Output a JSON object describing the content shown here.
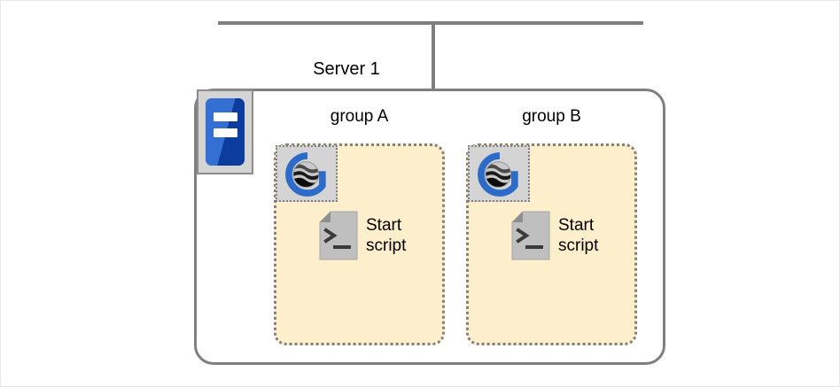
{
  "diagram": {
    "server": {
      "label": "Server 1",
      "icon_name": "server-icon"
    },
    "groups": [
      {
        "label": "group A",
        "app_icon_name": "globe-g-logo-icon",
        "item": {
          "icon_name": "script-file-icon",
          "label": "Start\nscript"
        }
      },
      {
        "label": "group B",
        "app_icon_name": "globe-g-logo-icon",
        "item": {
          "icon_name": "script-file-icon",
          "label": "Start\nscript"
        }
      }
    ]
  },
  "colors": {
    "connector": "#7f7f7f",
    "container_border": "#7f7f7f",
    "group_fill": "#fdefcb",
    "group_border": "#808080",
    "tile_gray": "#d4d4d4",
    "logo_blue": "#2d6bc9",
    "server_blue_light": "#3470d4",
    "server_blue_dark": "#0b3c9e",
    "script_gray": "#bfbfbf",
    "text": "#000000"
  }
}
